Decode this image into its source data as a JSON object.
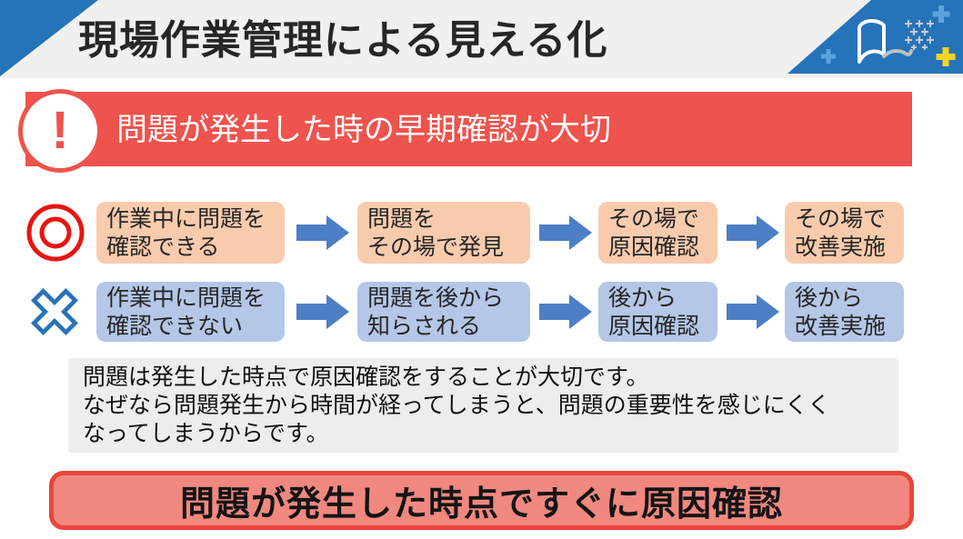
{
  "header": {
    "title": "現場作業管理による見える化"
  },
  "alert_banner": {
    "icon_glyph": "!",
    "text": "問題が発生した時の早期確認が大切"
  },
  "flow": {
    "rows": [
      {
        "marker": "double-circle-good",
        "steps": [
          {
            "line1": "作業中に問題を",
            "line2": "確認できる"
          },
          {
            "line1": "問題を",
            "line2": "その場で発見"
          },
          {
            "line1": "その場で",
            "line2": "原因確認"
          },
          {
            "line1": "その場で",
            "line2": "改善実施"
          }
        ]
      },
      {
        "marker": "cross-bad",
        "steps": [
          {
            "line1": "作業中に問題を",
            "line2": "確認できない"
          },
          {
            "line1": "問題を後から",
            "line2": "知らされる"
          },
          {
            "line1": "後から",
            "line2": "原因確認"
          },
          {
            "line1": "後から",
            "line2": "改善実施"
          }
        ]
      }
    ]
  },
  "note": {
    "lines": [
      "問題は発生した時点で原因確認をすることが大切です。",
      "なぜなら問題発生から時間が経ってしまうと、問題の重要性を感じにくく",
      "なってしまうからです。"
    ]
  },
  "conclusion": {
    "text": "問題が発生した時点ですぐに原因確認"
  },
  "colors": {
    "header_bg": "#F0F0EF",
    "accent_blue": "#2573B9",
    "alert_red": "#EF534D",
    "good_box": "#F8CBAD",
    "bad_box": "#B4C7E7",
    "arrow_blue": "#4C7FC4",
    "good_marker_red": "#E81410",
    "note_bg": "#EDEDED",
    "conclusion_fill": "#F08880",
    "conclusion_border": "#E8453C",
    "plus_light_blue": "#5BA3DC",
    "plus_yellow": "#F5D327"
  }
}
